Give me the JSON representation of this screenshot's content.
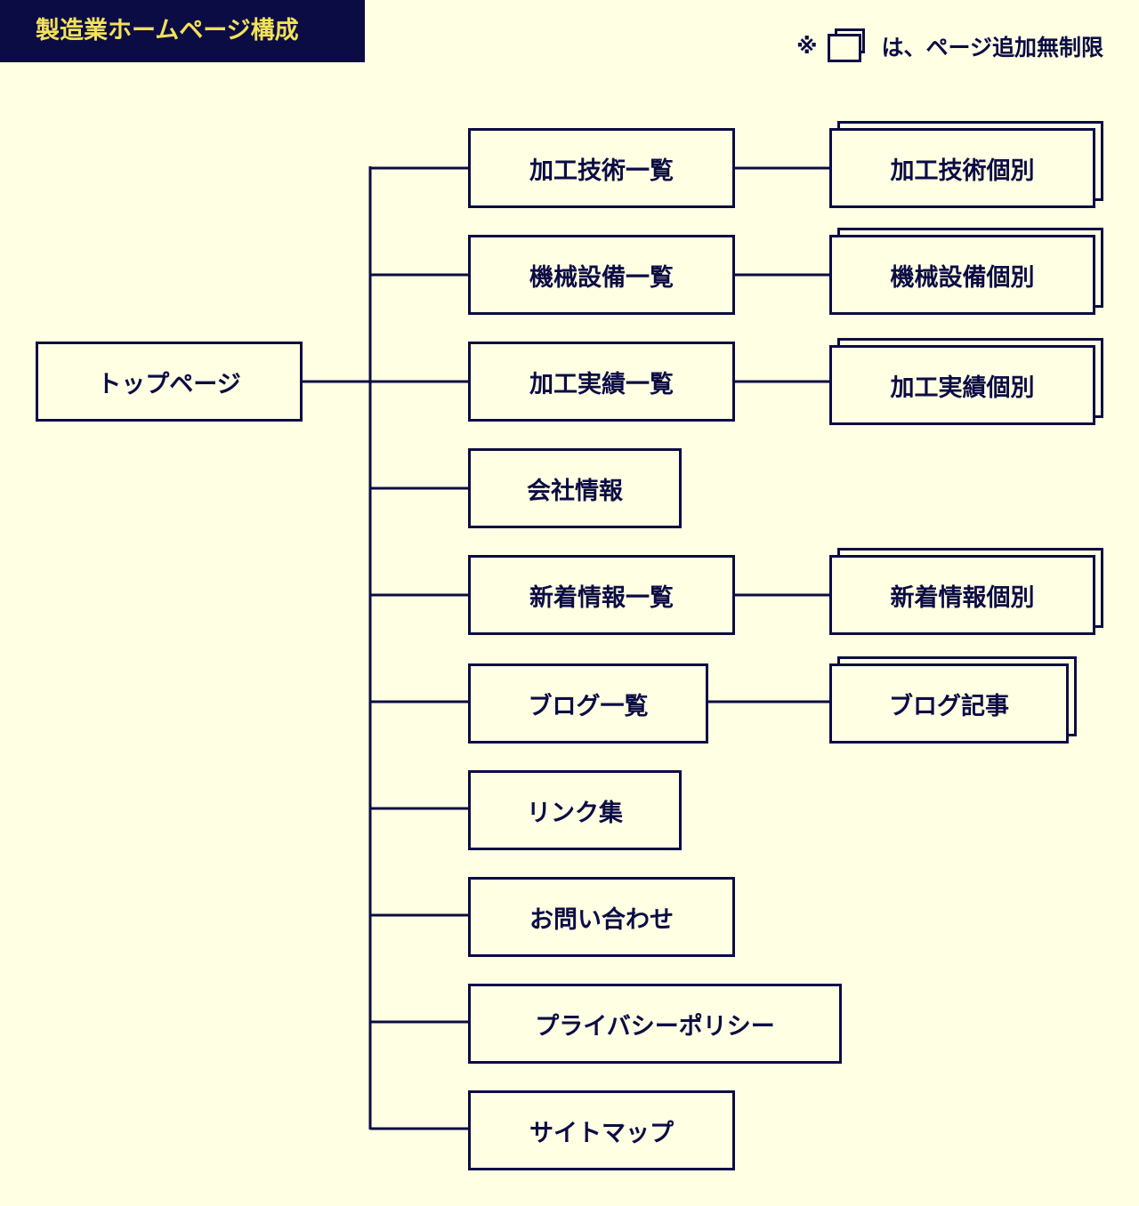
{
  "header": {
    "title": "製造業ホームページ構成",
    "legend_mark": "※",
    "legend_icon": "stacked-pages-icon",
    "legend_text": "は、ページ追加無制限"
  },
  "root": {
    "label": "トップページ"
  },
  "pages": [
    {
      "label": "加工技術一覧",
      "child": "加工技術個別"
    },
    {
      "label": "機械設備一覧",
      "child": "機械設備個別"
    },
    {
      "label": "加工実績一覧",
      "child": "加工実績個別"
    },
    {
      "label": "会社情報"
    },
    {
      "label": "新着情報一覧",
      "child": "新着情報個別"
    },
    {
      "label": "ブログ一覧",
      "child": "ブログ記事"
    },
    {
      "label": "リンク集"
    },
    {
      "label": "お問い合わせ"
    },
    {
      "label": "プライバシーポリシー"
    },
    {
      "label": "サイトマップ"
    }
  ],
  "colors": {
    "background": "#ffffe3",
    "navy": "#0c0c45",
    "title_accent": "#f2e15a"
  }
}
